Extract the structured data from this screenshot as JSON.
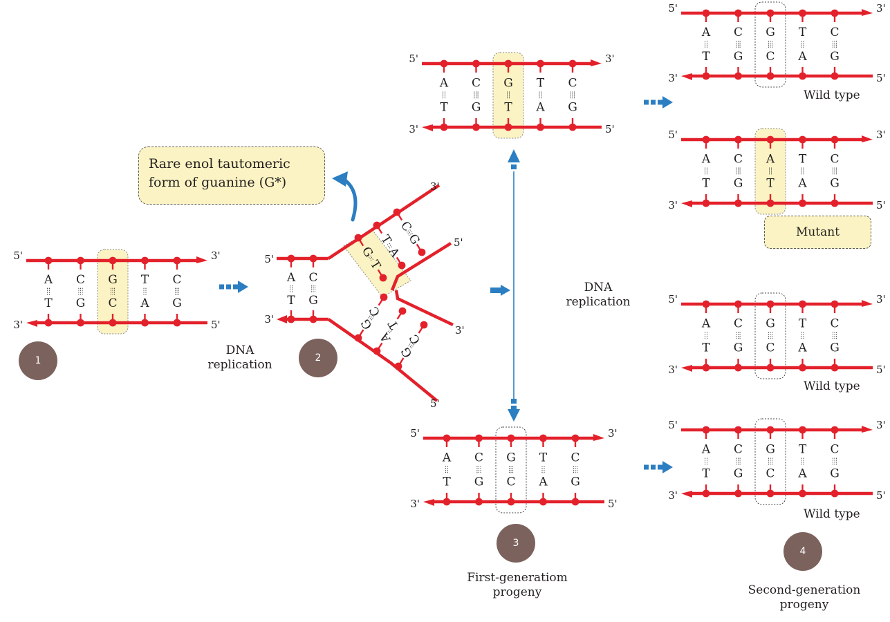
{
  "callout": {
    "line1": "Rare enol tautomeric",
    "line2": "form of guanine (G*)"
  },
  "steps": {
    "one": "1",
    "two": "2",
    "three": "3",
    "four": "4"
  },
  "dna_replication_1": {
    "line1": "DNA",
    "line2": "replication"
  },
  "dna_replication_2": {
    "line1": "DNA",
    "line2": "replication"
  },
  "first_generation": {
    "line1": "First-generatiom",
    "line2": "progeny"
  },
  "second_generation": {
    "line1": "Second-generation",
    "line2": "progeny"
  },
  "mutant_label": "Mutant",
  "wild_type_label": "Wild type",
  "strand_ends": {
    "five": "5'",
    "three": "3'"
  },
  "sequences": {
    "parent": {
      "top": [
        "A",
        "C",
        "G",
        "T",
        "C"
      ],
      "bottom": [
        "T",
        "G",
        "C",
        "A",
        "G"
      ]
    },
    "mispaired": {
      "top": [
        "A",
        "C",
        "G",
        "T",
        "C"
      ],
      "bottom": [
        "T",
        "G",
        "T",
        "A",
        "G"
      ]
    },
    "mutant": {
      "top": [
        "A",
        "C",
        "A",
        "T",
        "C"
      ],
      "bottom": [
        "T",
        "G",
        "T",
        "A",
        "G"
      ]
    },
    "fork_base": {
      "top": [
        "A",
        "C"
      ],
      "bottom": [
        "T",
        "G"
      ]
    },
    "fork_upper": [
      [
        "G",
        "T"
      ],
      [
        "T",
        "A"
      ],
      [
        "C",
        "G"
      ]
    ],
    "fork_lower": [
      [
        "C",
        "G"
      ],
      [
        "T",
        "A"
      ],
      [
        "C",
        "G"
      ]
    ]
  },
  "colors": {
    "strand": "#e3212b",
    "highlight": "#fbf3c3",
    "arrow": "#2b7ec1",
    "step_circle": "#7b625d",
    "text": "#231f20"
  }
}
